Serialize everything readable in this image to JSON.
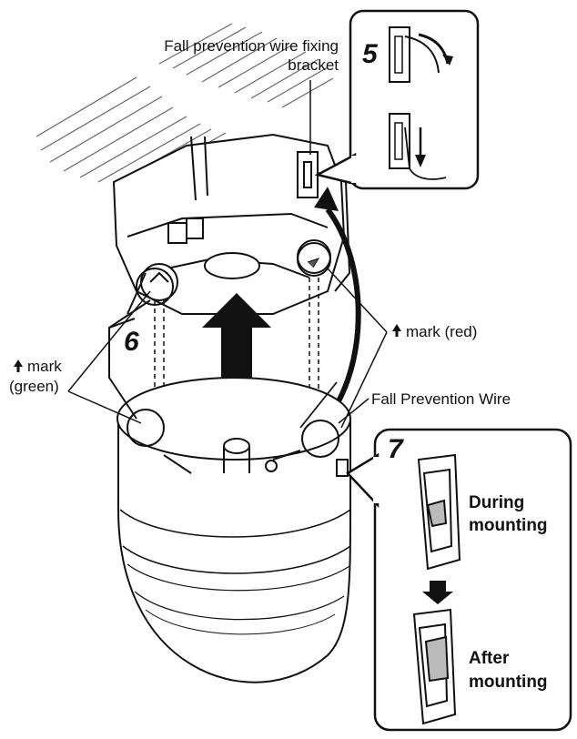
{
  "labels": {
    "bracket_line1": "Fall prevention wire fixing",
    "bracket_line2": "bracket",
    "mark_red": "mark (red)",
    "mark_green_line1": "mark",
    "mark_green_line2": "(green)",
    "fall_wire": "Fall Prevention Wire",
    "during_line1": "During",
    "during_line2": "mounting",
    "after_line1": "After",
    "after_line2": "mounting"
  },
  "steps": {
    "five": "5",
    "six": "6",
    "seven": "7"
  },
  "icons": {
    "mark_arrow": "↑-arrow-icon",
    "up_arrow": "large-up-arrow-icon",
    "curved_arrow": "curved-arrow-icon",
    "down_arrow": "down-arrow-icon"
  },
  "colors": {
    "line": "#111111",
    "hatch": "#555555",
    "background": "#ffffff"
  }
}
